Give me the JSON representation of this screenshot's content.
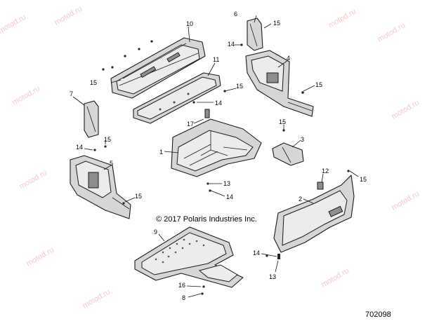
{
  "diagram": {
    "copyright": "© 2017 Polaris Industries Inc.",
    "drawing_number": "702098",
    "watermark": "motod.ru",
    "callouts": [
      "10",
      "6",
      "15",
      "14",
      "4",
      "11",
      "15",
      "15",
      "7",
      "15",
      "14",
      "17",
      "15",
      "3",
      "1",
      "14",
      "15",
      "5",
      "12",
      "15",
      "13",
      "14",
      "15",
      "2",
      "9",
      "14",
      "13",
      "16",
      "8"
    ]
  }
}
